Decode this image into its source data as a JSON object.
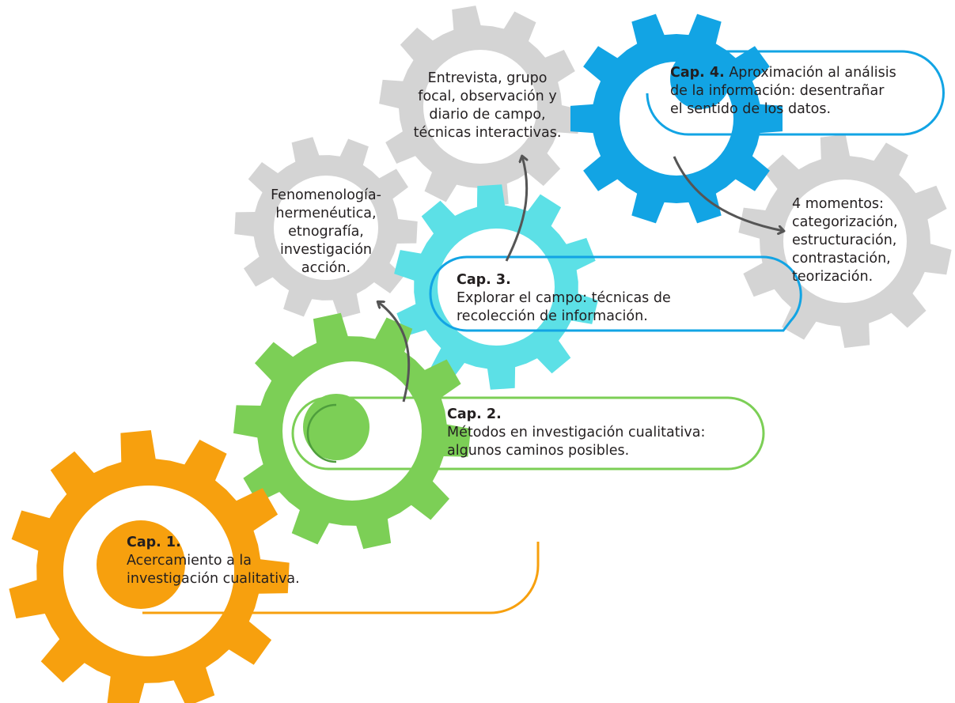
{
  "colors": {
    "orange": "#f7a00e",
    "green": "#7ccf56",
    "cyan": "#5ce0e6",
    "blue": "#12a4e4",
    "gray": "#d4d4d4",
    "text": "#231f20",
    "arrow": "#555555"
  },
  "chapters": {
    "cap1": {
      "heading": "Cap. 1.",
      "lines": [
        "Acercamiento a la",
        "investigación cualitativa."
      ]
    },
    "cap2": {
      "heading": "Cap. 2.",
      "lines": [
        "Métodos en investigación cualitativa:",
        "algunos caminos posibles."
      ]
    },
    "cap3": {
      "heading": "Cap. 3.",
      "lines": [
        "Explorar el campo: técnicas de",
        "recolección de información."
      ]
    },
    "cap4": {
      "heading": "Cap. 4.",
      "line1_rest": " Aproximación al análisis",
      "lines": [
        "de la información: desentrañar",
        "el sentido de los datos."
      ]
    }
  },
  "gray_gears": {
    "methods": [
      "Fenomenología-",
      "hermenéutica,",
      "etnografía,",
      "investigación",
      "acción."
    ],
    "techniques": [
      "Entrevista, grupo",
      "focal, observación y",
      "diario de campo,",
      "técnicas interactivas."
    ],
    "moments": [
      "4 momentos:",
      "categorización,",
      "estructuración,",
      "contrastación,",
      "teorización."
    ]
  }
}
